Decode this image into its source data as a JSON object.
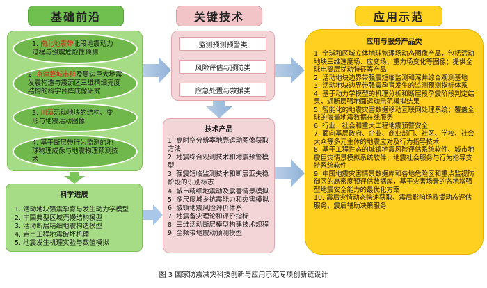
{
  "columns": {
    "foundation": "基础前沿",
    "technology": "关键技术",
    "application": "应用示范"
  },
  "foundation_items": [
    {
      "prefix": "1. ",
      "highlight": "南北地震带",
      "rest": "北段地震动力过程与强震危险性预测"
    },
    {
      "prefix": "2. ",
      "highlight": "京津冀城市群",
      "rest": "及周边巨大地震发震构造与震源区三维精细亮度结构的科学台阵成像研究"
    },
    {
      "prefix": "3. ",
      "highlight": "川滇",
      "rest": "活动地块的结构、变形与地震活动图像"
    },
    {
      "prefix": "4. ",
      "highlight": "",
      "rest": "基于断层带行为监测的地球物理成像与地震物理预测技术"
    }
  ],
  "science": {
    "title": "科学进展",
    "items": [
      "1. 活动地块强震孕育与发生动力学模型",
      "2. 中国典型区域壳幔结构模型",
      "3. 活动断层精细地震构造模型",
      "4. 岩土工程地震破坏机理",
      "5. 地震发生机理实验与数值模拟"
    ]
  },
  "tech_types": [
    "监测预测预警类",
    "风险评估与预防类",
    "应急处置与救援类"
  ],
  "products": {
    "title": "技术产品",
    "items": [
      "1. 高时空分辨率地壳运动图像获取方法",
      "2. 地震综合观测技术和地震预警模型",
      "3. 强震短临监测技术和断层亚失稳阶段的识别标志",
      "4. 城市精细地震动及震害情景模拟",
      "5. 多尺度城乡抗震能力和灾害模拟",
      "6. 城镇地震风险评价体系",
      "7. 地震备灾理论和评价指标",
      "8. 三维活动断层模型构建技术规程",
      "9. 全频带地震动预测模型"
    ]
  },
  "applications": {
    "title": "应用与服务产品类",
    "items": [
      "1. 全球和区域立体地球物理场动态图像产品，包括活动地块三维速度场、应变场、重力场变化等图像；提供全球电离层扰动特征等产品",
      "2. 活动地块边界带强震短临监测和深井综合观测基地",
      "3. 活动地块边界带强震孕育发生的监测预测指标体系",
      "4. 基于动力学模型的机理分析和断层段孕震阶段判定结果，近断层强地面运动示范模拟结果",
      "5. 智能化的地震灾害数据移动互联网处理系统；覆盖全球的海量地震数据在线服务",
      "6. 行业、社会和重大工程地震预警安全",
      "7. 面向基层政府、企业、商业部门、社区、学校、社会大众等多元主体的地震应对及行为指导技术",
      "8. 基于工程性态的城镇地震风险评估系统软件、城市地震巨灾情景模拟系统软件、地震社会服务与行为指导支持系统软件",
      "9. 中国地震灾害情景数据库和各地危险区和重点监视防御区的高密度预评估数据库，基于灾害场景的各地增强型地震安全能力的最优化方案",
      "10. 震后灾情动态快速获取、震后影响场救援动态评估服务，震后辅助决策服务"
    ]
  },
  "caption": "图 3   国家防震减灾科技创新与应用示范专项创新链设计"
}
